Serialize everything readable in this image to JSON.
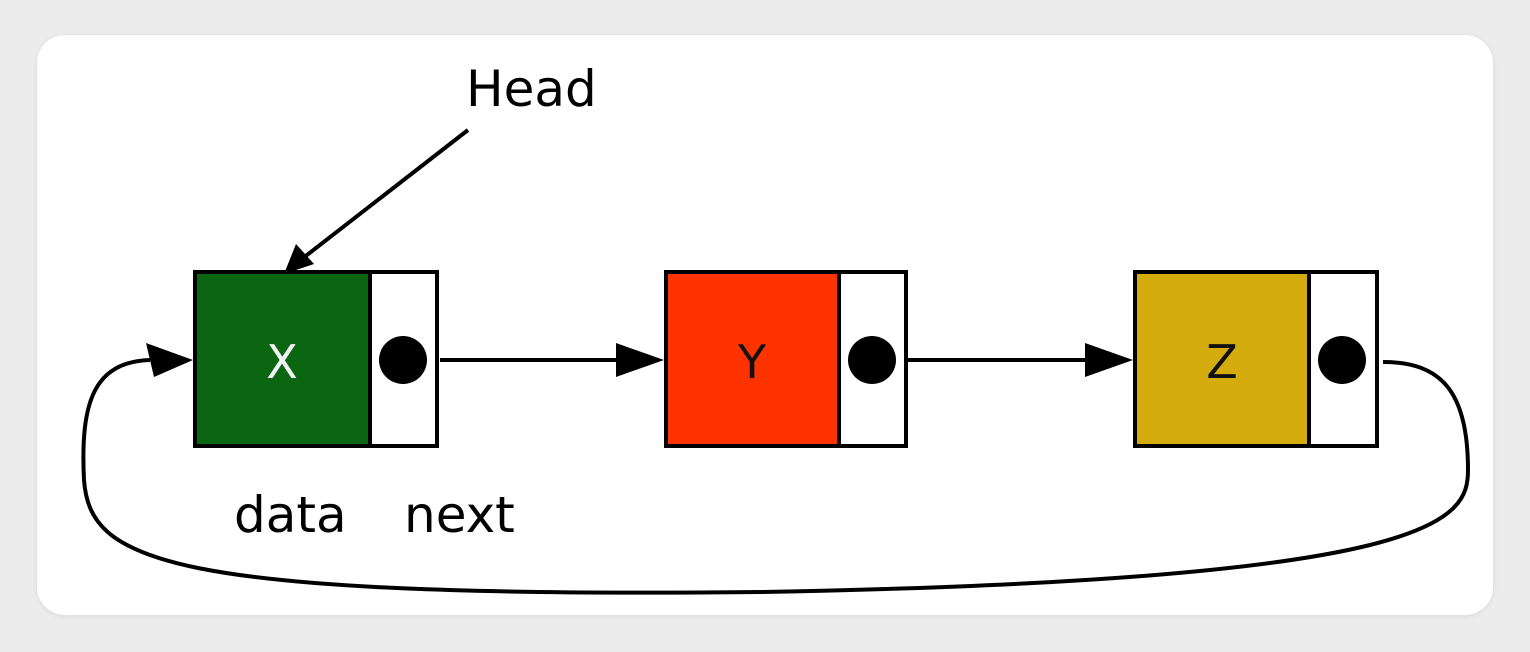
{
  "diagram": {
    "head_label": "Head",
    "data_label": "data",
    "next_label": "next",
    "nodes": [
      {
        "label": "X",
        "color": "#0a6610",
        "text_color": "#f2f2f2"
      },
      {
        "label": "Y",
        "color": "#ff3300",
        "text_color": "#111111"
      },
      {
        "label": "Z",
        "color": "#d4ac0d",
        "text_color": "#111111"
      }
    ],
    "stroke_color": "#000000",
    "pointer_color": "#000000"
  }
}
